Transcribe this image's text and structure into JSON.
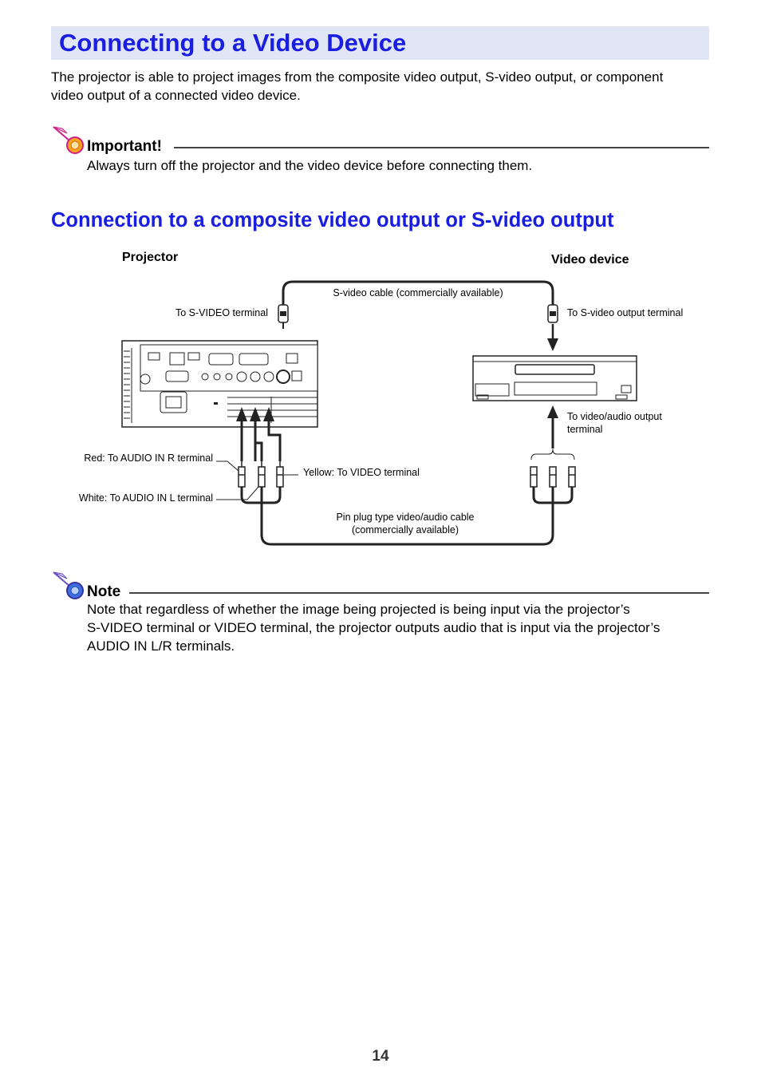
{
  "page": {
    "title": "Connecting to a Video Device",
    "intro": "The projector is able to project images from the composite video output, S-video output, or component video output of a connected video device.",
    "page_number": "14"
  },
  "important": {
    "heading": "Important!",
    "body": "Always turn off the projector and the video device before connecting them."
  },
  "section": {
    "title": "Connection to a composite video output or S-video output"
  },
  "diagram": {
    "projector_label": "Projector",
    "video_device_label": "Video device",
    "svideo_cable": "S-video cable (commercially available)",
    "to_svideo_terminal": "To S-VIDEO terminal",
    "to_svideo_output": "To S-video output terminal",
    "to_video_audio_output_line1": "To video/audio output",
    "to_video_audio_output_line2": "terminal",
    "red_audio": "Red: To AUDIO IN R terminal",
    "yellow_video": "Yellow: To VIDEO terminal",
    "white_audio": "White: To AUDIO IN L terminal",
    "pin_cable_line1": "Pin plug type video/audio cable",
    "pin_cable_line2": "(commercially available)"
  },
  "note": {
    "heading": "Note",
    "body_line1": "Note that regardless of whether the image being projected is being input via the projector’s",
    "body_line2": "S-VIDEO terminal or VIDEO terminal, the projector outputs audio that is input via the projector’s",
    "body_line3": "AUDIO IN L/R terminals."
  },
  "colors": {
    "heading_blue": "#1a1ee0",
    "title_bar_bg": "#e1e6f7"
  },
  "icons": [
    "important-pin-icon",
    "note-pin-icon"
  ]
}
